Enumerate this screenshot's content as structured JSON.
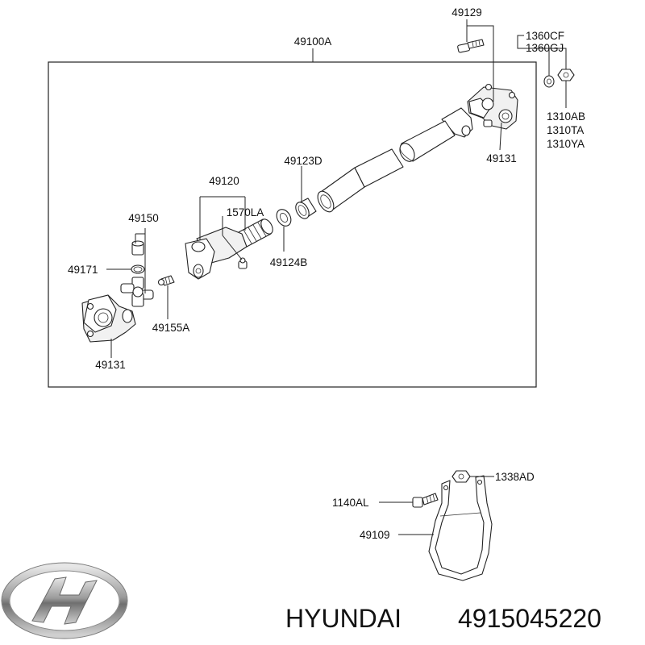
{
  "parts": {
    "assembly": "49100A",
    "bolt_top": "49129",
    "nut_1": "1360CF",
    "nut_2": "1360GJ",
    "washer_1": "1310AB",
    "washer_2": "1310TA",
    "washer_3": "1310YA",
    "flange_yoke_right": "49131",
    "tube_yoke_bearing": "49123D",
    "slip_yoke": "49120",
    "grease_fitting_a": "1570LA",
    "spider_kit": "49150",
    "snap_ring": "49171",
    "seal": "49124B",
    "grease_fitting_b": "49155A",
    "flange_yoke_left": "49131",
    "bracket_nut": "1338AD",
    "bracket_bolt": "1140AL",
    "bracket": "49109"
  },
  "brand": {
    "name": "HYUNDAI",
    "part_number": "4915045220"
  }
}
